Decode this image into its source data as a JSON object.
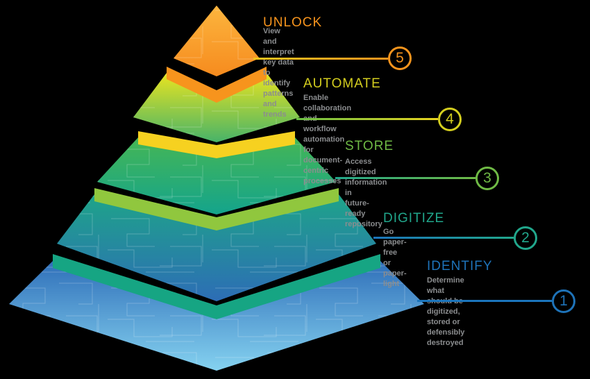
{
  "background": "#000000",
  "description_color": "#8b8d8f",
  "levels": [
    {
      "id": "unlock",
      "number": "5",
      "title": "UNLOCK",
      "description": "View and interpret key data to\nidentify patterns and trends",
      "accent": "#f7941d",
      "face_top": "#fcb53e",
      "face_bottom": "#f68b1e",
      "line_from": "#f2c51d",
      "line_to": "#f7941d"
    },
    {
      "id": "automate",
      "number": "4",
      "title": "AUTOMATE",
      "description": "Enable collaboration and workflow automation\nfor document-centric processes",
      "accent": "#d4ce1f",
      "rim": "#f7941d",
      "face_top": "#e9e420",
      "face_bottom": "#47b369",
      "line_from": "#6abf45",
      "line_to": "#e8d41f"
    },
    {
      "id": "store",
      "number": "3",
      "title": "STORE",
      "description": "Access digitized information in\nfuture-ready repository",
      "accent": "#6fba45",
      "rim": "#f6d120",
      "face_top": "#45b655",
      "face_bottom": "#14a48c",
      "line_from": "#21a78c",
      "line_to": "#6fba45"
    },
    {
      "id": "digitize",
      "number": "2",
      "title": "DIGITIZE",
      "description": "Go paper-free or paper-light",
      "accent": "#21a78c",
      "rim": "#90c73e",
      "face_top": "#1ea489",
      "face_bottom": "#2d6db6",
      "line_from": "#1b75bc",
      "line_to": "#21a78c"
    },
    {
      "id": "identify",
      "number": "1",
      "title": "IDENTIFY",
      "description": "Determine what should be digitized,\nstored or defensibly destroyed",
      "accent": "#1e73b9",
      "rim": "#16a583",
      "face_top": "#2f6fb9",
      "face_bottom": "#85d2f0",
      "line_from": "#1b75bc",
      "line_to": "#1b75bc"
    }
  ]
}
